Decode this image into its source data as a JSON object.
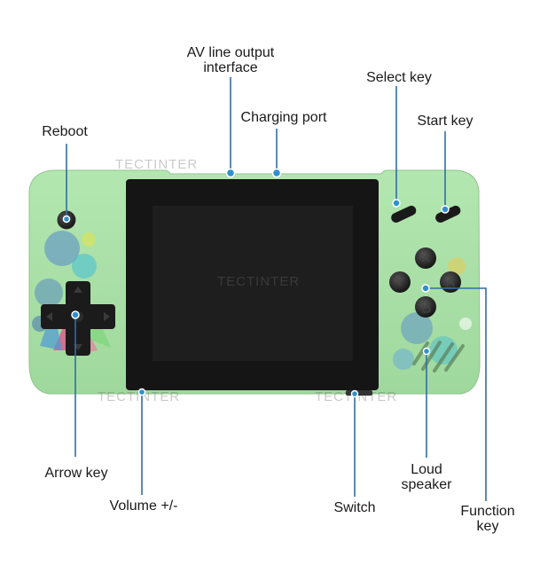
{
  "device": {
    "body_color": "#a9e2a8",
    "screen_color": "#151515",
    "watermark": "TECTINTER"
  },
  "labels": {
    "av_output": "AV line output\ninterface",
    "select_key": "Select key",
    "charging_port": "Charging port",
    "start_key": "Start key",
    "reboot": "Reboot",
    "arrow_key": "Arrow key",
    "volume": "Volume +/-",
    "switch": "Switch",
    "loud_speaker": "Loud\nspeaker",
    "function_key": "Function\nkey"
  },
  "icons": {
    "dpad": "dpad-icon",
    "face_buttons": "face-buttons-icon"
  }
}
